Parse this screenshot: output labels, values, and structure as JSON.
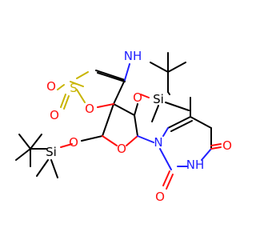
{
  "molecule": {
    "atoms": {
      "nh": "NH",
      "o_silyl_top": "O",
      "si_top": "Si",
      "s_ring": "S",
      "o_sulfonyl_1": "O",
      "o_sulfonyl_2": "O",
      "o_spiro": "O",
      "si_left": "Si",
      "o_ch2": "O",
      "o_furanose": "O",
      "n1_uracil": "N",
      "nh_uracil": "NH",
      "o_c2": "O",
      "o_c4": "O"
    },
    "colors": {
      "oxygen": "#ff0d0d",
      "nitrogen": "#2020ff",
      "sulfur": "#c8b400",
      "carbon": "#000000"
    }
  }
}
